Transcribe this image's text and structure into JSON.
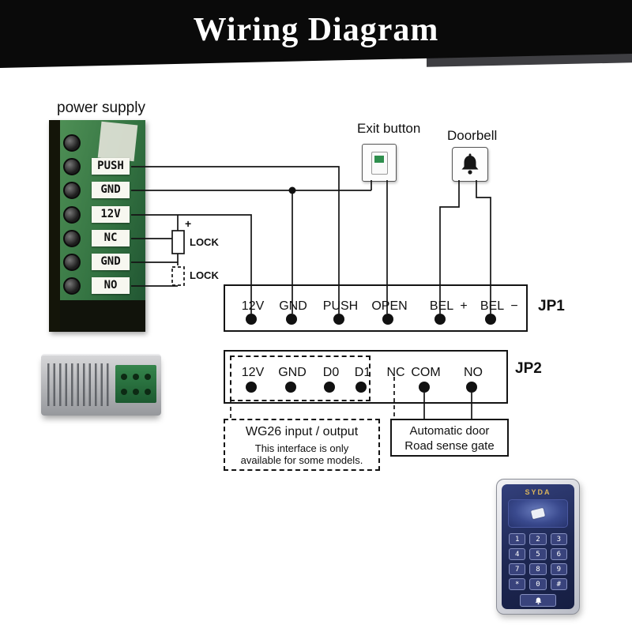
{
  "banner": {
    "title": "Wiring Diagram"
  },
  "labels": {
    "power_supply": "power supply",
    "exit_button": "Exit button",
    "doorbell": "Doorbell",
    "jp1": "JP1",
    "jp2": "JP2",
    "lock1": "LOCK",
    "lock2": "LOCK",
    "lock_plus": "+"
  },
  "power_supply_terminals": [
    "PUSH",
    "GND",
    "12V",
    "NC",
    "GND",
    "NO"
  ],
  "jp1_pins": [
    "12V",
    "GND",
    "PUSH",
    "OPEN",
    "BEL",
    "+",
    "BEL",
    "−"
  ],
  "jp2_pins": [
    "12V",
    "GND",
    "D0",
    "D1",
    "NC",
    "COM",
    "NO"
  ],
  "wg26": {
    "title": "WG26 input / output",
    "note1": "This interface is only",
    "note2": "available for some models."
  },
  "auto_door": {
    "line1": "Automatic door",
    "line2": "Road sense gate"
  },
  "keypad": {
    "brand": "SYDA",
    "keys": [
      "1",
      "2",
      "3",
      "4",
      "5",
      "6",
      "7",
      "8",
      "9",
      "*",
      "0",
      "#"
    ]
  }
}
